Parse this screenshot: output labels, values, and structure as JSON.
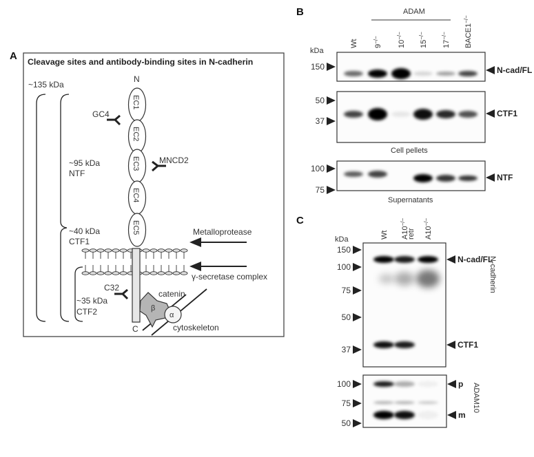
{
  "panelA": {
    "label": "A",
    "title": "Cleavage sites and antibody-binding sites in N-cadherin",
    "n_term": "N",
    "c_term": "C",
    "domains": [
      "EC1",
      "EC2",
      "EC3",
      "EC4",
      "EC5"
    ],
    "fragments": {
      "full": "~135 kDa",
      "ntf_size": "~95 kDa",
      "ntf": "NTF",
      "ctf1_size": "~40 kDa",
      "ctf1": "CTF1",
      "ctf2_size": "~35 kDa",
      "ctf2": "CTF2"
    },
    "antibodies": {
      "gc4": "GC4",
      "mncd2": "MNCD2",
      "c32": "C32"
    },
    "proteases": {
      "metallo": "Metalloprotease",
      "gamma": "γ-secretase complex"
    },
    "catenin": "catenin",
    "beta": "β",
    "alpha": "α",
    "cytoskeleton": "cytoskeleton"
  },
  "panelB": {
    "label": "B",
    "group_label": "ADAM",
    "kda": "kDa",
    "lanes": [
      {
        "name": "Wt",
        "sup": ""
      },
      {
        "name": "9",
        "sup": "−/−"
      },
      {
        "name": "10",
        "sup": "−/−"
      },
      {
        "name": "15",
        "sup": "−/−"
      },
      {
        "name": "17",
        "sup": "−/−"
      },
      {
        "name": "BACE1",
        "sup": "−/−"
      }
    ],
    "blots": [
      {
        "markers": [
          "150"
        ],
        "band_label": "N-cad/FL",
        "intensity": [
          0.55,
          0.95,
          1.0,
          0.15,
          0.35,
          0.7
        ]
      },
      {
        "markers": [
          "50",
          "37"
        ],
        "band_label": "CTF1",
        "intensity": [
          0.7,
          1.0,
          0.08,
          0.9,
          0.8,
          0.65
        ]
      },
      {
        "markers": [
          "100",
          "75"
        ],
        "band_label": "NTF",
        "intensity": [
          0.6,
          0.7,
          0.0,
          0.95,
          0.75,
          0.75
        ]
      }
    ],
    "caption_pellets": "Cell pellets",
    "caption_supernatants": "Supernatants"
  },
  "panelC": {
    "label": "C",
    "kda": "kDa",
    "lanes": [
      {
        "name": "Wt",
        "sup": "",
        "line2": ""
      },
      {
        "name": "A10",
        "sup": "−/−",
        "line2": "retr"
      },
      {
        "name": "A10",
        "sup": "−/−",
        "line2": ""
      }
    ],
    "ncad_blot": {
      "side_label": "N-cadherin",
      "markers": [
        "150",
        "100",
        "75",
        "50",
        "37"
      ],
      "band_labels": [
        "N-cad/FL",
        "CTF1"
      ],
      "fl_intensity": [
        0.95,
        0.85,
        1.0
      ],
      "smear_intensity": [
        0.2,
        0.3,
        0.5
      ],
      "ctf1_intensity": [
        0.9,
        0.85,
        0.0
      ]
    },
    "adam10_blot": {
      "side_label": "ADAM10",
      "markers": [
        "100",
        "75",
        "50"
      ],
      "band_labels": [
        "p",
        "m"
      ],
      "p_intensity": [
        0.85,
        0.3,
        0.05
      ],
      "mid_intensity": [
        0.3,
        0.3,
        0.2
      ],
      "m_intensity": [
        1.0,
        0.9,
        0.05
      ]
    }
  }
}
